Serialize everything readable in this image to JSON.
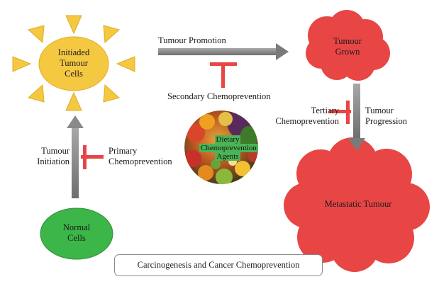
{
  "nodes": {
    "initiated": "Initiaded Tumour Cells",
    "normal": "Normal Cells",
    "grown": "Tumour Grown",
    "metastatic": "Metastatic Tumour",
    "dietary": [
      "Dietary",
      "Chemoprevention",
      "Agents"
    ]
  },
  "edges": {
    "promotion": "Tumour Promotion",
    "initiation": [
      "Tumour",
      "Initiation"
    ],
    "progression": [
      "Tumour",
      "Progression"
    ]
  },
  "inhibitors": {
    "primary": [
      "Primary",
      "Chemoprevention"
    ],
    "secondary": "Secondary Chemoprevention",
    "tertiary": [
      "Tertiary",
      "Chemoprevention"
    ]
  },
  "caption": "Carcinogenesis and Cancer Chemoprevention",
  "colors": {
    "sun": "#f5c842",
    "normal_cells": "#3cb549",
    "tumour": "#e84545",
    "arrow": "#808080",
    "inhibitor": "#e84545"
  }
}
